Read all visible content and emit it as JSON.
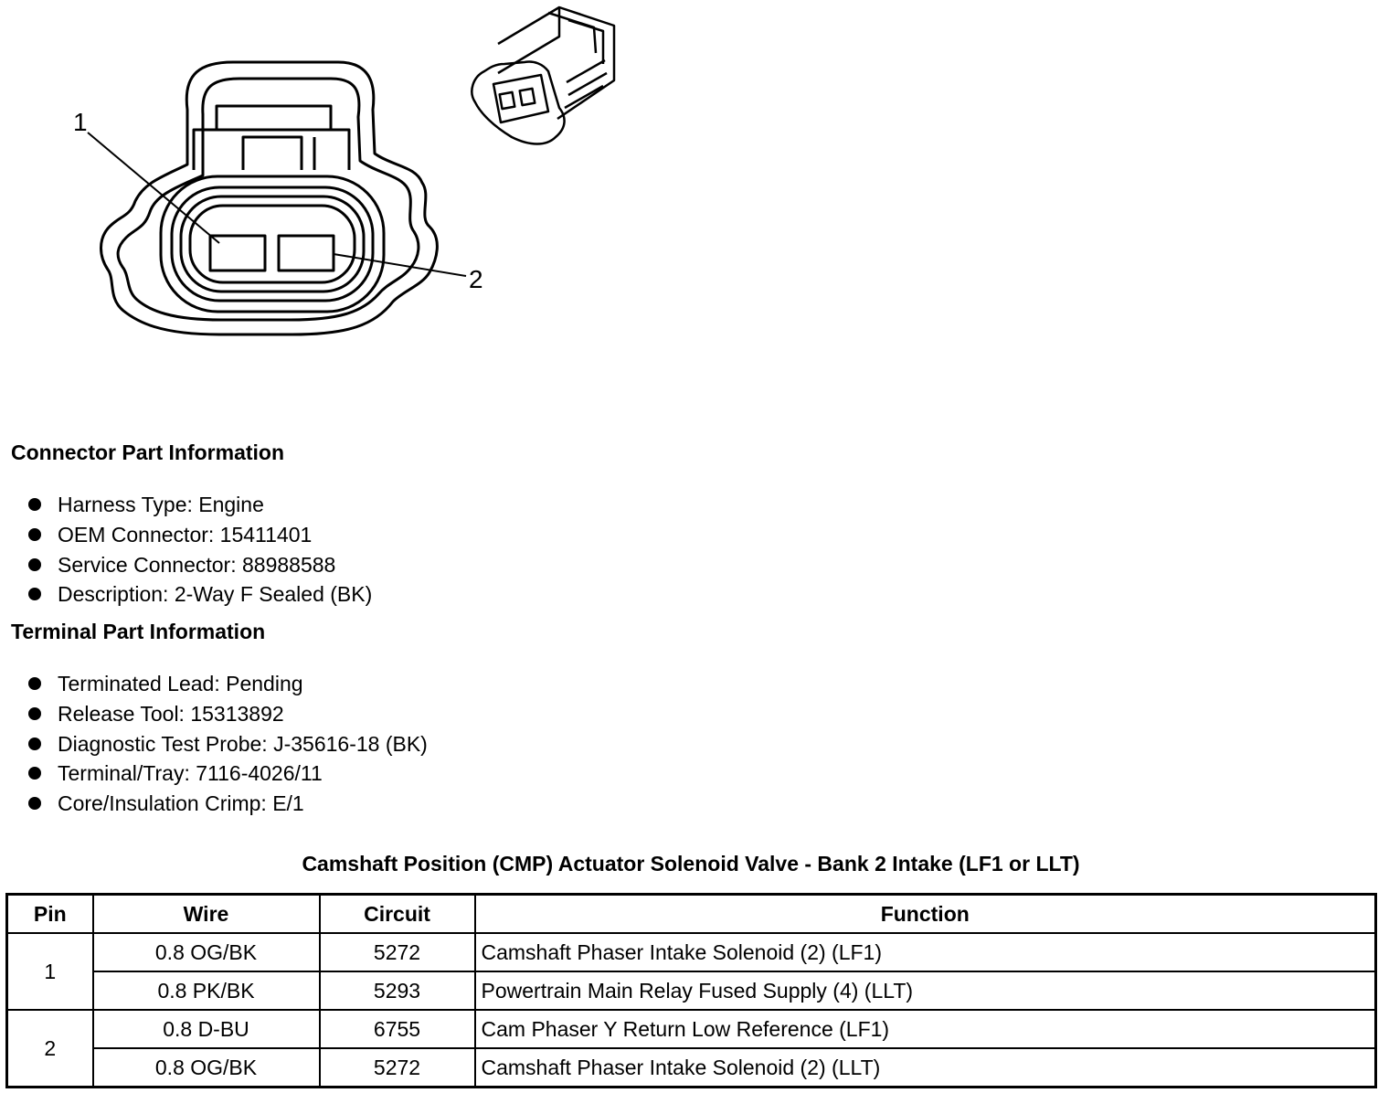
{
  "diagram": {
    "callout_1": "1",
    "callout_2": "2"
  },
  "connector_section": {
    "title": "Connector Part Information",
    "items": [
      "Harness Type: Engine",
      "OEM Connector: 15411401",
      "Service Connector: 88988588",
      "Description: 2-Way F Sealed (BK)"
    ]
  },
  "terminal_section": {
    "title": "Terminal Part Information",
    "items": [
      "Terminated Lead: Pending",
      "Release Tool: 15313892",
      "Diagnostic Test Probe: J-35616-18 (BK)",
      "Terminal/Tray: 7116-4026/11",
      "Core/Insulation Crimp: E/1"
    ]
  },
  "table": {
    "caption": "Camshaft Position (CMP) Actuator Solenoid Valve - Bank 2 Intake (LF1 or LLT)",
    "headers": {
      "pin": "Pin",
      "wire": "Wire",
      "circuit": "Circuit",
      "function": "Function"
    },
    "rows": [
      {
        "pin": "1",
        "wire": "0.8 OG/BK",
        "circuit": "5272",
        "function": "Camshaft Phaser Intake Solenoid (2) (LF1)"
      },
      {
        "pin": "",
        "wire": "0.8 PK/BK",
        "circuit": "5293",
        "function": "Powertrain Main Relay Fused Supply (4) (LLT)"
      },
      {
        "pin": "2",
        "wire": "0.8 D-BU",
        "circuit": "6755",
        "function": "Cam Phaser Y Return Low Reference (LF1)"
      },
      {
        "pin": "",
        "wire": "0.8 OG/BK",
        "circuit": "5272",
        "function": "Camshaft Phaser Intake Solenoid (2) (LLT)"
      }
    ]
  }
}
